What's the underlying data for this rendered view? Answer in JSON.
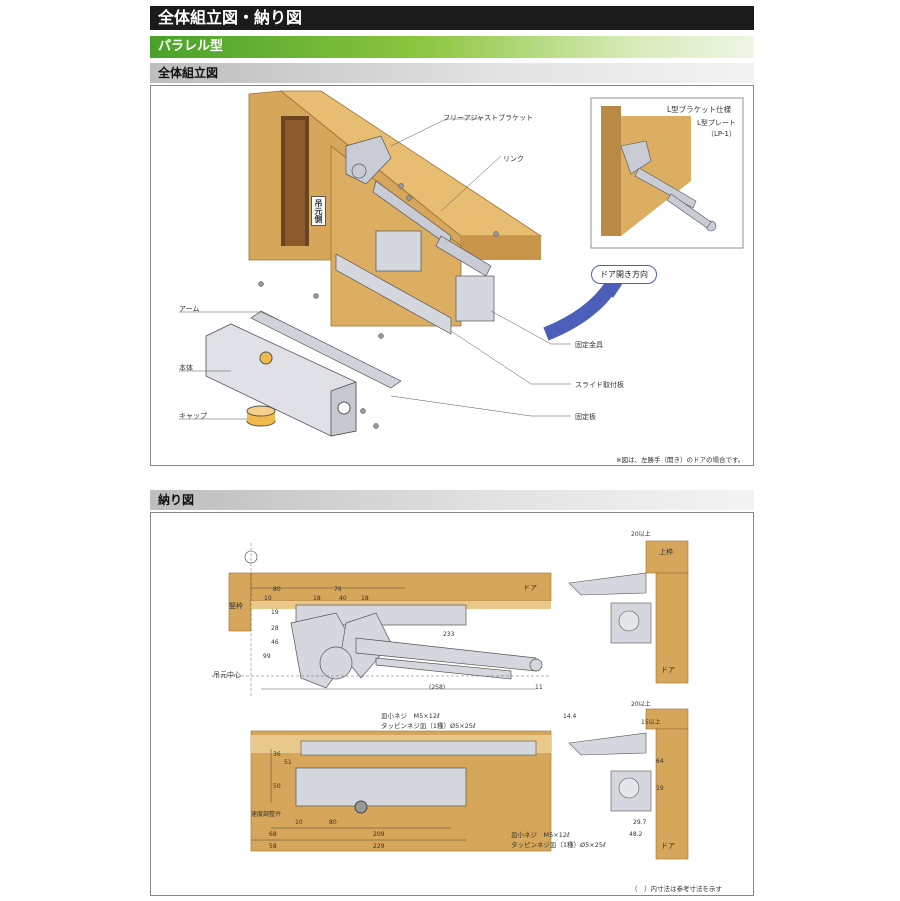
{
  "header": {
    "title": "全体組立図・納り図"
  },
  "type_banner": {
    "label": "パラレル型"
  },
  "assembly": {
    "section_title": "全体組立図",
    "labels": {
      "free_bracket": "フリーアジャストブラケット",
      "link": "リンク",
      "arm": "アーム",
      "body": "本体",
      "cap": "キャップ",
      "fixing_bracket": "固定金具",
      "slide_plate": "スライド取付板",
      "fixed_plate": "固定板",
      "hinge_side": "吊元側"
    },
    "inset": {
      "title": "L型ブラケット仕様",
      "plate": "L型プレート",
      "code": "（LP-1）"
    },
    "door_direction": "ドア開き方向",
    "note": "※図は、左勝手（開き）のドアの場合です。"
  },
  "installation": {
    "section_title": "納り図",
    "labels": {
      "frame": "竪枠",
      "door": "ドア",
      "hinge_center": "吊元中心",
      "speed_valve": "速度調整弁",
      "upper_frame": "上枠"
    },
    "dims_top": [
      "80",
      "76",
      "18",
      "40",
      "18",
      "10",
      "19",
      "28",
      "46",
      "99",
      "233",
      "(258)",
      "11"
    ],
    "dims_bottom": [
      "36",
      "51",
      "50",
      "10",
      "80",
      "68",
      "209",
      "58",
      "229"
    ],
    "screws": {
      "pan_screw": "皿小ネジ　M5×12ℓ",
      "tapping_screw": "タッピンネジ皿（1種）Ø5×25ℓ"
    },
    "side_top": {
      "dim": "20以上"
    },
    "side_bottom": {
      "dims": [
        "20以上",
        "14.4",
        "15以上",
        "64",
        "19",
        "29.7",
        "48.2"
      ]
    },
    "note": "（　）内寸法は参考寸法を示す"
  }
}
